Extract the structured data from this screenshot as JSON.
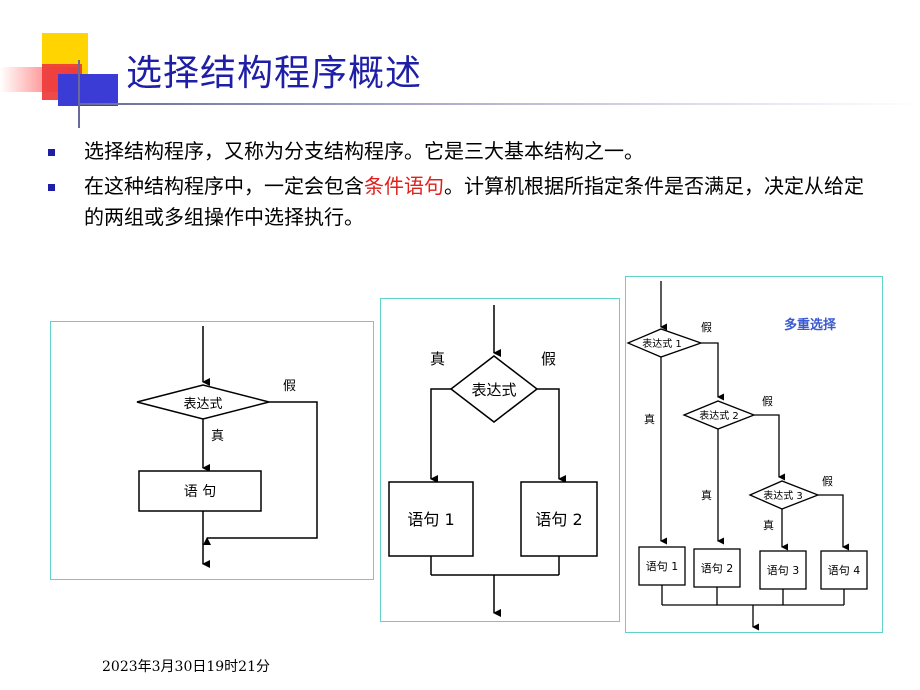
{
  "slide": {
    "title": "选择结构程序概述",
    "bullets": [
      {
        "text": "选择结构程序，又称为分支结构程序。它是三大基本结构之一。"
      },
      {
        "text_before": "在这种结构程序中，一定会包含",
        "highlight": "条件语句",
        "text_after": "。计算机根据所指定条件是否满足，决定从给定的两组或多组操作中选择执行。"
      }
    ],
    "footer_date": "2023年3月30日19时21分"
  },
  "colors": {
    "title": "#1e1ea6",
    "bullet": "#1e1ea6",
    "highlight": "#e0201c",
    "panel_border": "#5fd3c8",
    "annotation": "#3a5ad0"
  },
  "diagram1": {
    "expr": "表达式",
    "true_label": "真",
    "false_label": "假",
    "stmt": "语 句"
  },
  "diagram2": {
    "expr": "表达式",
    "true_label": "真",
    "false_label": "假",
    "stmt1": "语句 1",
    "stmt2": "语句 2"
  },
  "diagram3": {
    "title": "多重选择",
    "expr1": "表达式 1",
    "expr2": "表达式 2",
    "expr3": "表达式 3",
    "true_label": "真",
    "false_label": "假",
    "stmt1": "语句 1",
    "stmt2": "语句 2",
    "stmt3": "语句 3",
    "stmt4": "语句 4"
  }
}
